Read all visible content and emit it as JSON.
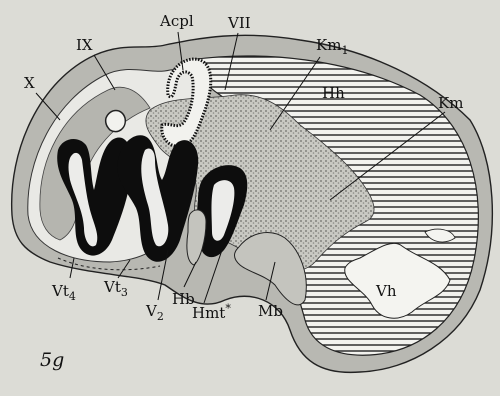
{
  "figure": {
    "number_label": "5g",
    "colors": {
      "background": "#dcdcd6",
      "ink": "#111111",
      "grey_tissue": "#b8b8b2",
      "light_tissue": "#ededea",
      "stipple": "#8a8a85"
    }
  },
  "labels": {
    "X": {
      "main": "X",
      "sub": ""
    },
    "IX": {
      "main": "IX",
      "sub": ""
    },
    "Acpl": {
      "main": "Acpl",
      "sub": ""
    },
    "VII": {
      "main": "VII",
      "sub": ""
    },
    "Km1": {
      "main": "Km",
      "sub": "1"
    },
    "Hh": {
      "main": "Hh",
      "sub": ""
    },
    "Km": {
      "main": "Km",
      "sub": ""
    },
    "Vh": {
      "main": "Vh",
      "sub": ""
    },
    "Vt4": {
      "main": "Vt",
      "sub": "4"
    },
    "Vt3": {
      "main": "Vt",
      "sub": "3"
    },
    "V2": {
      "main": "V",
      "sub": "2"
    },
    "Hb": {
      "main": "Hb",
      "sub": ""
    },
    "Hmt": {
      "main": "Hmt",
      "sub": "*"
    },
    "Mb": {
      "main": "Mb",
      "sub": ""
    }
  }
}
